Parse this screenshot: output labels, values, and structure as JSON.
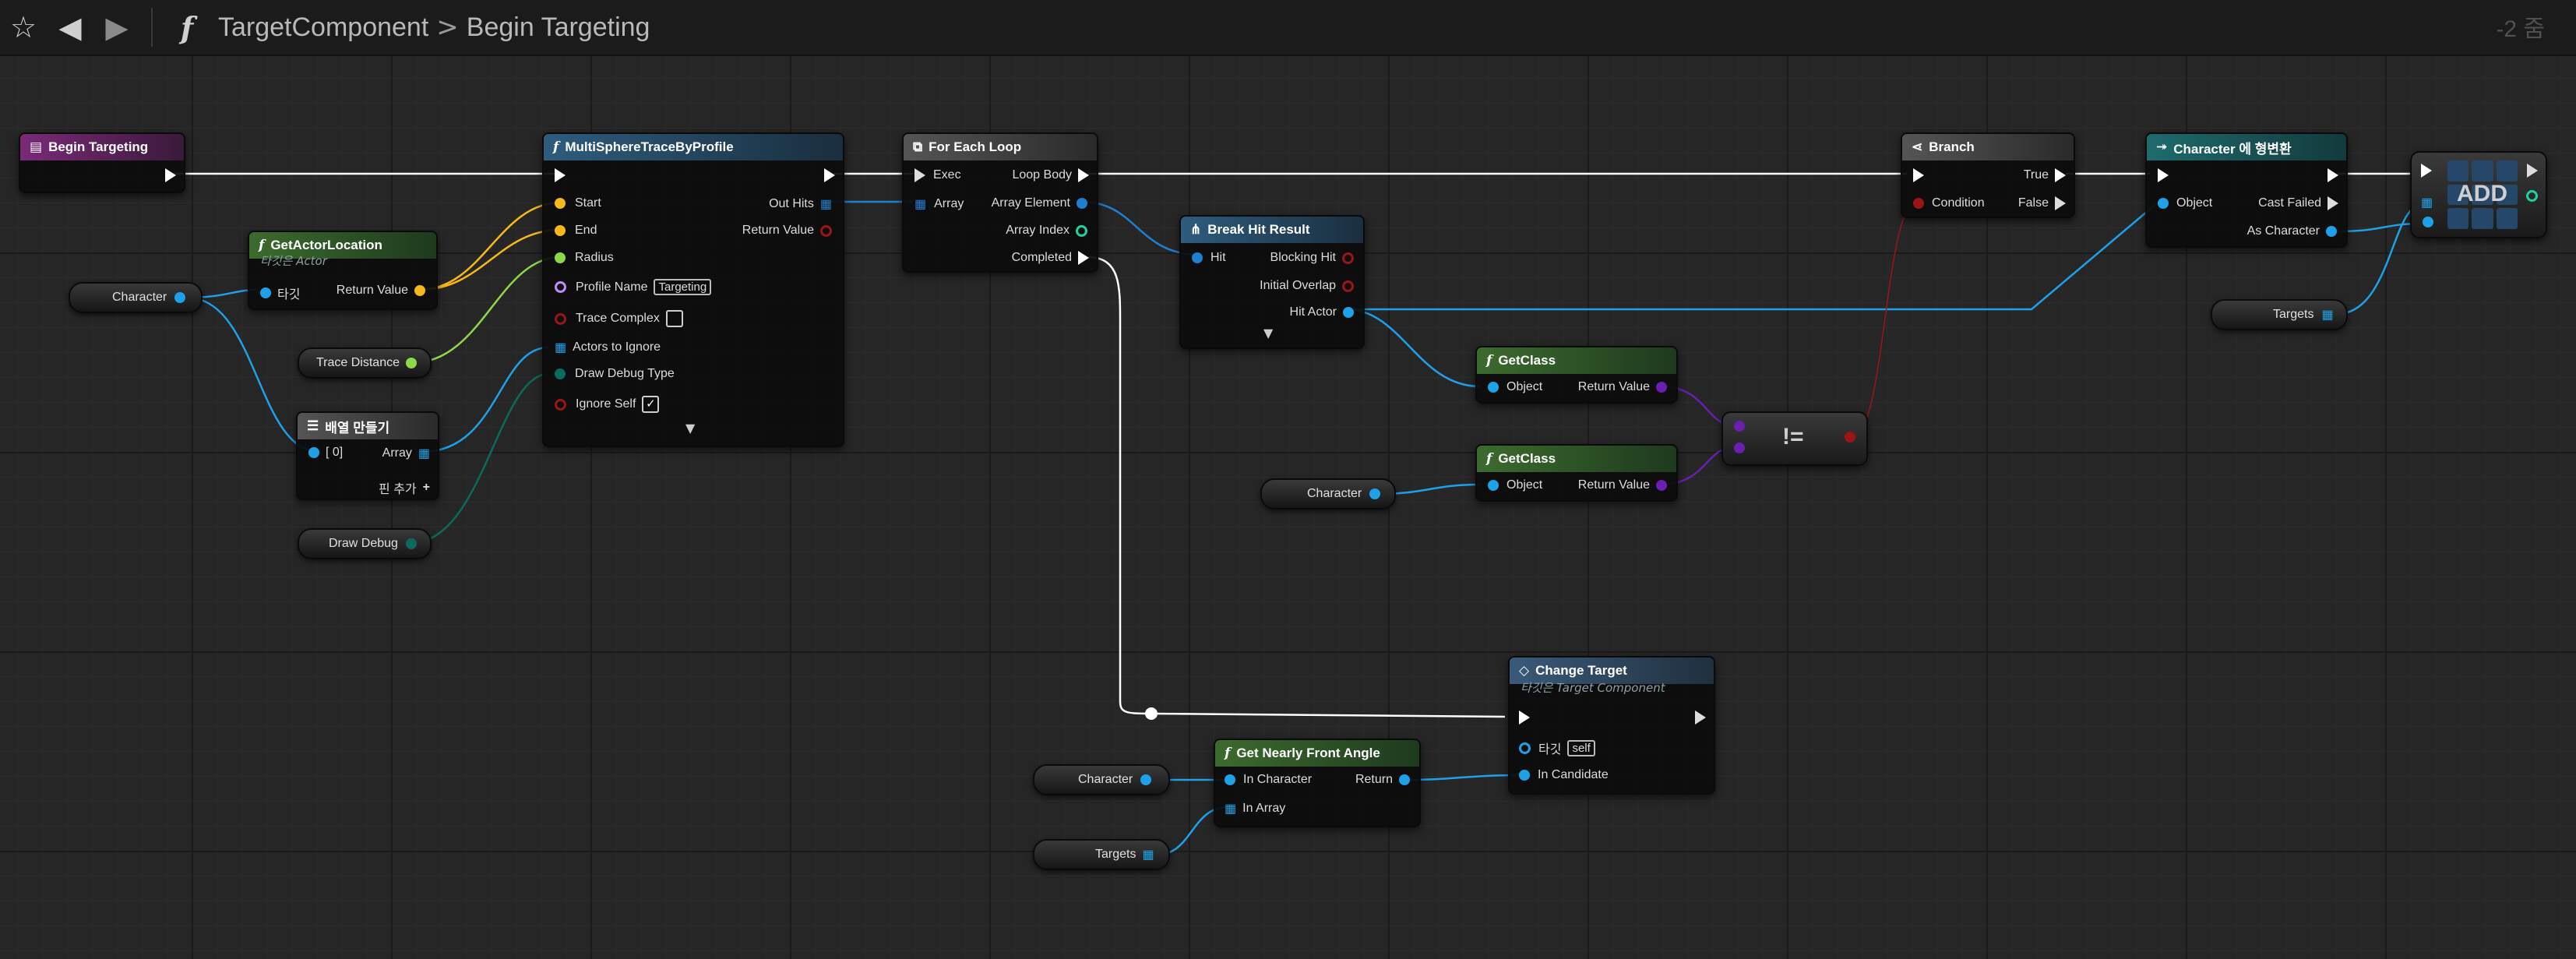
{
  "toolbar": {
    "breadcrumb": [
      "TargetComponent",
      "Begin Targeting"
    ],
    "zoom": "-2 줌"
  },
  "nodes": {
    "begin_targeting": {
      "title": "Begin Targeting"
    },
    "get_actor_location": {
      "title": "GetActorLocation",
      "subtitle": "타깃은 Actor",
      "target_pin": "타깃",
      "return_pin": "Return Value"
    },
    "multi_sphere": {
      "title": "MultiSphereTraceByProfile",
      "pins_in": [
        "Start",
        "End",
        "Radius",
        "Profile Name",
        "Trace Complex",
        "Actors to Ignore",
        "Draw Debug Type",
        "Ignore Self"
      ],
      "profile_name_value": "Targeting",
      "pins_out": [
        "Out Hits",
        "Return Value"
      ]
    },
    "make_array": {
      "title": "배열 만들기",
      "in_pin": "[ 0]",
      "out_pin": "Array",
      "add_pin": "핀 추가"
    },
    "for_each": {
      "title": "For Each Loop",
      "pins_in": [
        "Exec",
        "Array"
      ],
      "pins_out": [
        "Loop Body",
        "Array Element",
        "Array Index",
        "Completed"
      ]
    },
    "break_hit": {
      "title": "Break Hit Result",
      "in_pin": "Hit",
      "pins_out": [
        "Blocking Hit",
        "Initial Overlap",
        "Hit Actor"
      ]
    },
    "get_class_1": {
      "title": "GetClass",
      "in_pin": "Object",
      "out_pin": "Return Value"
    },
    "get_class_2": {
      "title": "GetClass",
      "in_pin": "Object",
      "out_pin": "Return Value"
    },
    "not_equal": {
      "label": "!="
    },
    "branch": {
      "title": "Branch",
      "in_pin": "Condition",
      "pins_out": [
        "True",
        "False"
      ]
    },
    "cast": {
      "title": "Character 에 형변환",
      "in_pin": "Object",
      "pins_out": [
        "Cast Failed",
        "As Character"
      ]
    },
    "add": {
      "label": "ADD"
    },
    "change_target": {
      "title": "Change Target",
      "subtitle": "타깃은 Target Component",
      "target_pin": "타깃",
      "target_value": "self",
      "candidate_pin": "In Candidate"
    },
    "get_front_angle": {
      "title": "Get Nearly Front Angle",
      "pins_in": [
        "In Character",
        "In Array"
      ],
      "out_pin": "Return"
    }
  },
  "variables": {
    "character_1": "Character",
    "trace_distance": "Trace Distance",
    "draw_debug": "Draw Debug",
    "character_2": "Character",
    "targets_1": "Targets",
    "character_3": "Character",
    "targets_2": "Targets"
  },
  "colors": {
    "function_header": "#3d6b2e",
    "event_header": "#7a2a78",
    "macro_header": "#555555",
    "cast_header": "#1e6b6e",
    "change_target_header": "#3a5a7a",
    "object_pin": "#1ea1e8",
    "vector_pin": "#f6b81a",
    "float_pin": "#8ed64a",
    "bool_pin": "#9a1515",
    "class_pin": "#6a1fb0",
    "name_pin": "#c787ff",
    "struct_pin": "#1f7fd1",
    "byte_pin": "#0a6b5b"
  }
}
